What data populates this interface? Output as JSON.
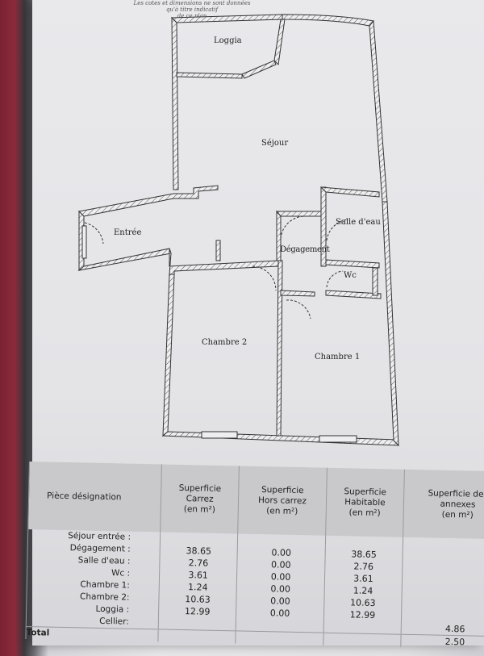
{
  "header": {
    "line1": "Les cotes et dimensions ne sont données qu'à titre indicatif",
    "line2": "de ce plan"
  },
  "plan": {
    "rooms": {
      "loggia": "Loggia",
      "sejour": "Séjour",
      "entree": "Entrée",
      "salle_eau": "Salle d'eau",
      "degagement": "Dégagement",
      "wc": "Wc",
      "chambre2": "Chambre 2",
      "chambre1": "Chambre 1"
    }
  },
  "table": {
    "headers": {
      "designation": "Pièce désignation",
      "carrez": [
        "Superficie",
        "Carrez",
        "(en m²)"
      ],
      "hors_carrez": [
        "Superficie",
        "Hors carrez",
        "(en m²)"
      ],
      "habitable": [
        "Superficie",
        "Habitable",
        "(en m²)"
      ],
      "annexes": [
        "Superficie des",
        "annexes",
        "(en m²)"
      ]
    },
    "rows": [
      {
        "label": "Séjour entrée :",
        "carrez": "",
        "hors": "",
        "habitable": "",
        "annexes": ""
      },
      {
        "label": "Dégagement :",
        "carrez": "38.65",
        "hors": "0.00",
        "habitable": "38.65",
        "annexes": ""
      },
      {
        "label": "Salle d'eau :",
        "carrez": "2.76",
        "hors": "0.00",
        "habitable": "2.76",
        "annexes": ""
      },
      {
        "label": "Wc :",
        "carrez": "3.61",
        "hors": "0.00",
        "habitable": "3.61",
        "annexes": ""
      },
      {
        "label": "Chambre 1:",
        "carrez": "1.24",
        "hors": "0.00",
        "habitable": "1.24",
        "annexes": ""
      },
      {
        "label": "Chambre 2:",
        "carrez": "10.63",
        "hors": "0.00",
        "habitable": "10.63",
        "annexes": ""
      },
      {
        "label": "Loggia :",
        "carrez": "12.99",
        "hors": "0.00",
        "habitable": "12.99",
        "annexes": ""
      },
      {
        "label": "Cellier:",
        "carrez": "",
        "hors": "",
        "habitable": "",
        "annexes": "4.86"
      }
    ],
    "total": {
      "label": "Total",
      "annexes": "2.50"
    }
  }
}
